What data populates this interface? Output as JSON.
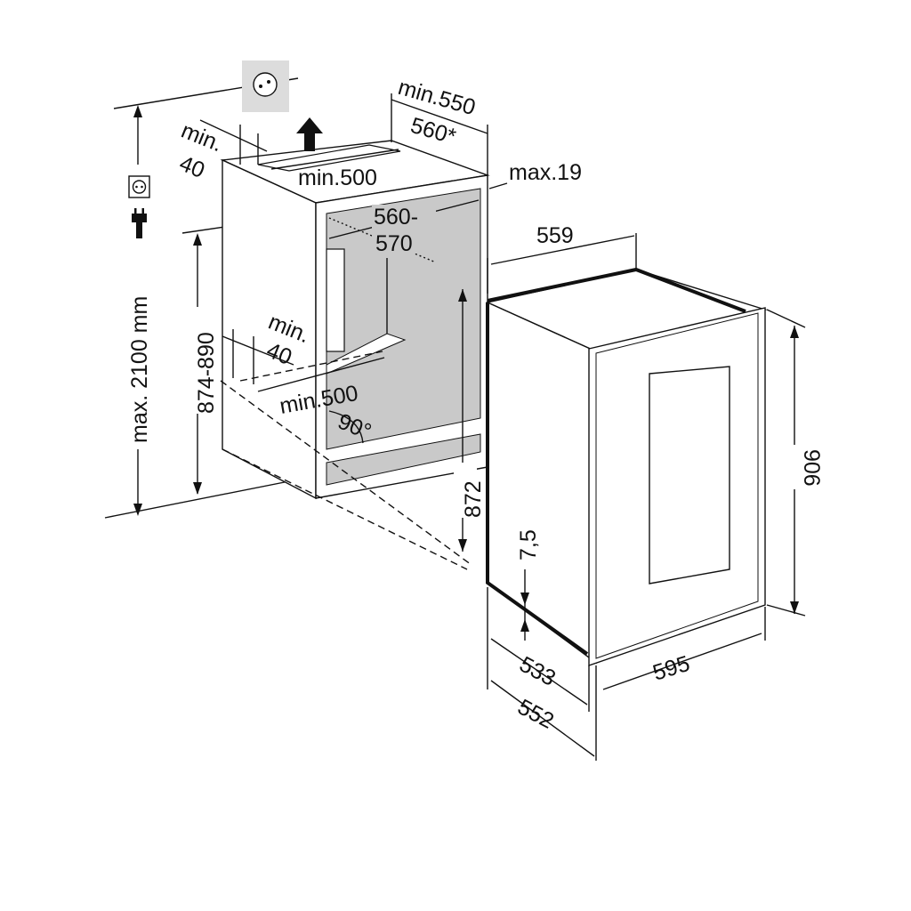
{
  "title": "Built-in installation dimensions",
  "colors": {
    "line": "#111111",
    "niche_fill": "#c9c9c9",
    "socket_fill": "#dcdcdc"
  },
  "icons": [
    "power-socket-icon",
    "plug-icon",
    "ventilation-arrow-icon"
  ],
  "labels": {
    "niche_depth_min": "min.550",
    "niche_depth_star": "560*",
    "top_gap_min_line1": "min.",
    "top_gap_min_line2": "40",
    "top_vent_width": "min.500",
    "max_panel": "max.19",
    "niche_width_line1": "560-",
    "niche_width_line2": "570",
    "appliance_width_top": "559",
    "bottom_gap_line1": "min.",
    "bottom_gap_line2": "40",
    "bottom_vent_width": "min.500",
    "angle": "90°",
    "niche_height": "874-890",
    "max_height": "max. 2100 mm",
    "appliance_body_height": "872",
    "foot_height": "7,5",
    "appliance_height": "906",
    "depth_body": "533",
    "width_front": "595",
    "depth_total": "552"
  }
}
